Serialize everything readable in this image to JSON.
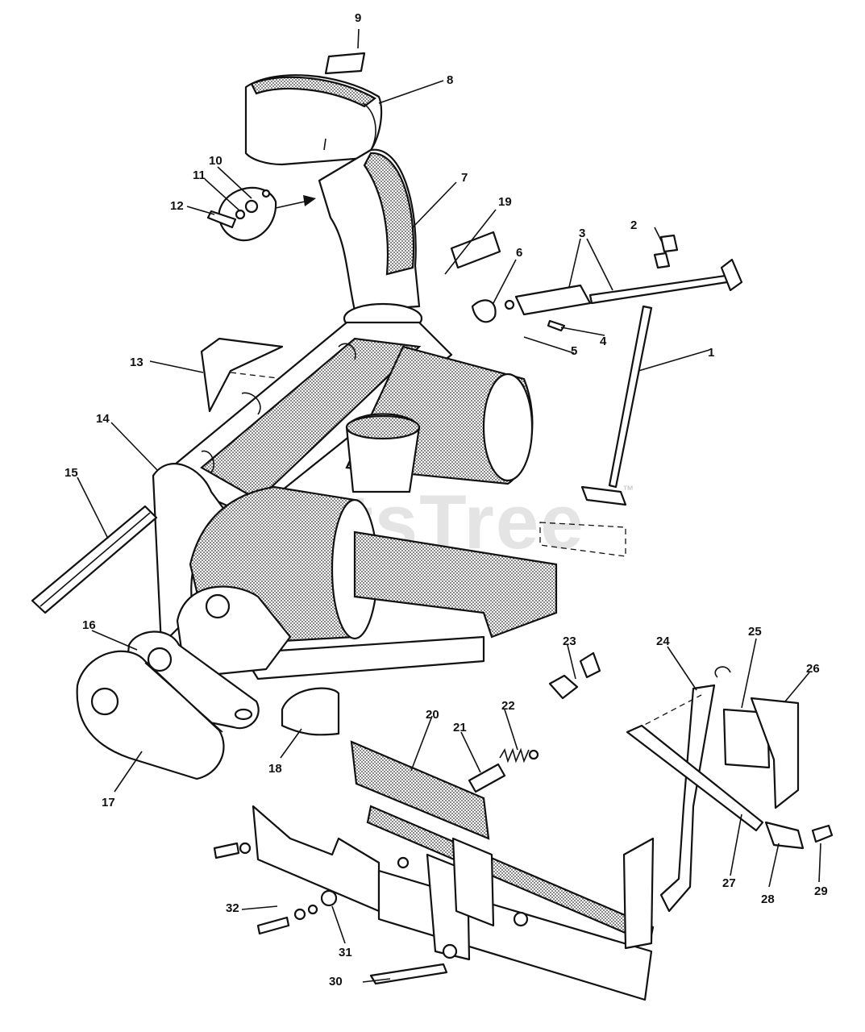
{
  "watermark": {
    "text": "PartsTree",
    "mark": "™"
  },
  "callouts": {
    "c1": "1",
    "c2": "2",
    "c3": "3",
    "c4": "4",
    "c5": "5",
    "c6": "6",
    "c7": "7",
    "c8": "8",
    "c9": "9",
    "c10": "10",
    "c11": "11",
    "c12": "12",
    "c13": "13",
    "c14": "14",
    "c15": "15",
    "c16": "16",
    "c17": "17",
    "c18": "18",
    "c19": "19",
    "c20": "20",
    "c21": "21",
    "c22": "22",
    "c23": "23",
    "c24": "24",
    "c25": "25",
    "c26": "26",
    "c27": "27",
    "c28": "28",
    "c29": "29",
    "c30": "30",
    "c31": "31",
    "c32": "32"
  }
}
